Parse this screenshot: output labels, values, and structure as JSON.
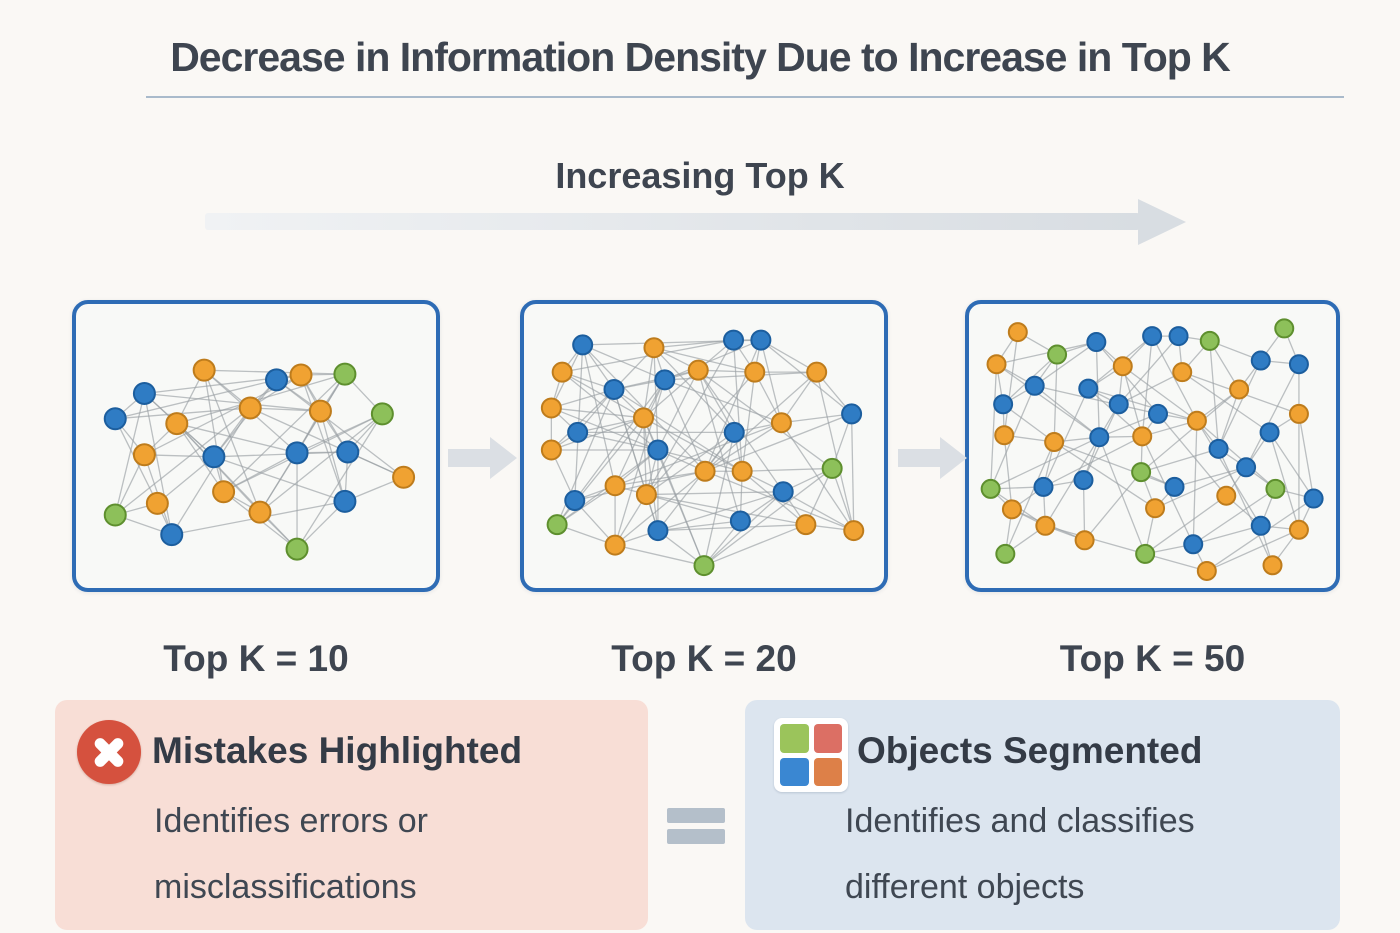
{
  "header": {
    "title": "Decrease in Information Density Due to Increase in Top K",
    "underline_color": "#A9BACB"
  },
  "flow": {
    "label": "Increasing Top K",
    "arrow_color": "#D8DDE2"
  },
  "panel_style": {
    "border_color": "#2E6CB5",
    "background": "#F8F9F7",
    "edge_color": "#999FA5"
  },
  "node_colors": {
    "o": {
      "fill": "#F0A232",
      "stroke": "#BE7C1C"
    },
    "b": {
      "fill": "#2F7CC4",
      "stroke": "#1C5E9E"
    },
    "g": {
      "fill": "#8DC05A",
      "stroke": "#5E8F2E"
    }
  },
  "panels": [
    {
      "label": "Top K = 10",
      "node_radius": 10.5,
      "density": {
        "k": 2,
        "mod": 3,
        "reach": 0.5
      },
      "nodes": [
        [
          35.6,
          23.3,
          "o"
        ],
        [
          19,
          31.5,
          "b"
        ],
        [
          10.9,
          40.4,
          "b"
        ],
        [
          28,
          42.1,
          "o"
        ],
        [
          55.7,
          26.7,
          "b"
        ],
        [
          62.5,
          25,
          "o"
        ],
        [
          74.7,
          24.7,
          "g"
        ],
        [
          48.4,
          36.6,
          "o"
        ],
        [
          67.9,
          37.7,
          "o"
        ],
        [
          85.1,
          38.7,
          "g"
        ],
        [
          19,
          53.1,
          "o"
        ],
        [
          38.3,
          53.8,
          "b"
        ],
        [
          61.4,
          52.4,
          "b"
        ],
        [
          75.5,
          52.1,
          "b"
        ],
        [
          91,
          61,
          "o"
        ],
        [
          41,
          66.1,
          "o"
        ],
        [
          22.6,
          70.2,
          "o"
        ],
        [
          10.9,
          74.3,
          "g"
        ],
        [
          51.1,
          73.3,
          "o"
        ],
        [
          74.7,
          69.5,
          "b"
        ],
        [
          26.6,
          81.2,
          "b"
        ],
        [
          61.4,
          86.3,
          "g"
        ]
      ]
    },
    {
      "label": "Top K = 20",
      "node_radius": 9.5,
      "density": {
        "k": 3,
        "mod": 3,
        "reach": 0.5
      },
      "nodes": [
        [
          16.3,
          14.4,
          "b"
        ],
        [
          36.1,
          15.4,
          "o"
        ],
        [
          58.2,
          12.7,
          "b"
        ],
        [
          65.8,
          12.7,
          "b"
        ],
        [
          10.6,
          24,
          "o"
        ],
        [
          25,
          30.1,
          "b"
        ],
        [
          39.1,
          26.7,
          "b"
        ],
        [
          48.4,
          23.3,
          "o"
        ],
        [
          64.1,
          24,
          "o"
        ],
        [
          81.3,
          24,
          "o"
        ],
        [
          7.6,
          36.6,
          "o"
        ],
        [
          33.2,
          40.1,
          "o"
        ],
        [
          91,
          38.7,
          "b"
        ],
        [
          14.9,
          45.2,
          "b"
        ],
        [
          58.4,
          45.2,
          "b"
        ],
        [
          71.5,
          41.8,
          "o"
        ],
        [
          7.6,
          51.4,
          "o"
        ],
        [
          37.2,
          51.4,
          "b"
        ],
        [
          50.3,
          58.9,
          "o"
        ],
        [
          60.6,
          58.9,
          "o"
        ],
        [
          85.6,
          57.9,
          "g"
        ],
        [
          25.3,
          64,
          "o"
        ],
        [
          34,
          67.1,
          "o"
        ],
        [
          72,
          66.1,
          "b"
        ],
        [
          14.1,
          69.2,
          "b"
        ],
        [
          9.2,
          77.7,
          "g"
        ],
        [
          60.1,
          76.4,
          "b"
        ],
        [
          25.3,
          84.9,
          "o"
        ],
        [
          37.2,
          79.8,
          "b"
        ],
        [
          78.3,
          77.7,
          "o"
        ],
        [
          91.6,
          79.8,
          "o"
        ],
        [
          50,
          92.1,
          "g"
        ]
      ]
    },
    {
      "label": "Top K = 50",
      "node_radius": 9,
      "density": {
        "k": 2,
        "mod": 5,
        "reach": 0.36
      },
      "nodes": [
        [
          13.3,
          9.9,
          "o"
        ],
        [
          24,
          17.8,
          "g"
        ],
        [
          34.7,
          13.4,
          "b"
        ],
        [
          49.9,
          11.3,
          "b"
        ],
        [
          57.1,
          11.3,
          "b"
        ],
        [
          65.6,
          13,
          "g"
        ],
        [
          85.9,
          8.6,
          "g"
        ],
        [
          7.5,
          21.2,
          "o"
        ],
        [
          41.9,
          21.9,
          "o"
        ],
        [
          58.1,
          24,
          "o"
        ],
        [
          79.5,
          19.9,
          "b"
        ],
        [
          89.9,
          21.2,
          "b"
        ],
        [
          17.9,
          28.8,
          "b"
        ],
        [
          32.5,
          29.8,
          "b"
        ],
        [
          40.8,
          35.3,
          "b"
        ],
        [
          73.6,
          30.1,
          "o"
        ],
        [
          9.3,
          35.3,
          "b"
        ],
        [
          51.5,
          38.7,
          "b"
        ],
        [
          62.1,
          41.1,
          "o"
        ],
        [
          89.9,
          38.7,
          "o"
        ],
        [
          9.6,
          46.2,
          "o"
        ],
        [
          23.2,
          48.6,
          "o"
        ],
        [
          35.5,
          46.9,
          "b"
        ],
        [
          47.2,
          46.6,
          "o"
        ],
        [
          81.9,
          45.2,
          "b"
        ],
        [
          68,
          51,
          "b"
        ],
        [
          75.5,
          57.5,
          "b"
        ],
        [
          5.9,
          65.1,
          "g"
        ],
        [
          20.3,
          64.4,
          "b"
        ],
        [
          31.2,
          62,
          "b"
        ],
        [
          46.9,
          59.2,
          "g"
        ],
        [
          56,
          64.4,
          "b"
        ],
        [
          70.1,
          67.5,
          "o"
        ],
        [
          83.5,
          65.1,
          "g"
        ],
        [
          93.9,
          68.5,
          "b"
        ],
        [
          11.7,
          72.3,
          "o"
        ],
        [
          50.7,
          71.9,
          "o"
        ],
        [
          20.8,
          78.1,
          "o"
        ],
        [
          79.5,
          78.1,
          "b"
        ],
        [
          89.9,
          79.5,
          "o"
        ],
        [
          31.5,
          83.2,
          "o"
        ],
        [
          9.9,
          88,
          "g"
        ],
        [
          48,
          88,
          "g"
        ],
        [
          61.1,
          84.6,
          "b"
        ],
        [
          64.8,
          94,
          "o"
        ],
        [
          82.7,
          92,
          "o"
        ]
      ]
    }
  ],
  "callouts": {
    "left": {
      "background": "#F8DED6",
      "icon_color": "#D5513E",
      "title": "Mistakes Highlighted",
      "line1": "Identifies errors or",
      "line2": "misclassifications"
    },
    "equals_color": "#B4BFCA",
    "right": {
      "background": "#DCE5EF",
      "icon_colors": [
        "#9BC45B",
        "#DC6F64",
        "#3A87D2",
        "#DD8048"
      ],
      "title": "Objects Segmented",
      "line1": "Identifies and classifies",
      "line2": "different objects"
    }
  }
}
